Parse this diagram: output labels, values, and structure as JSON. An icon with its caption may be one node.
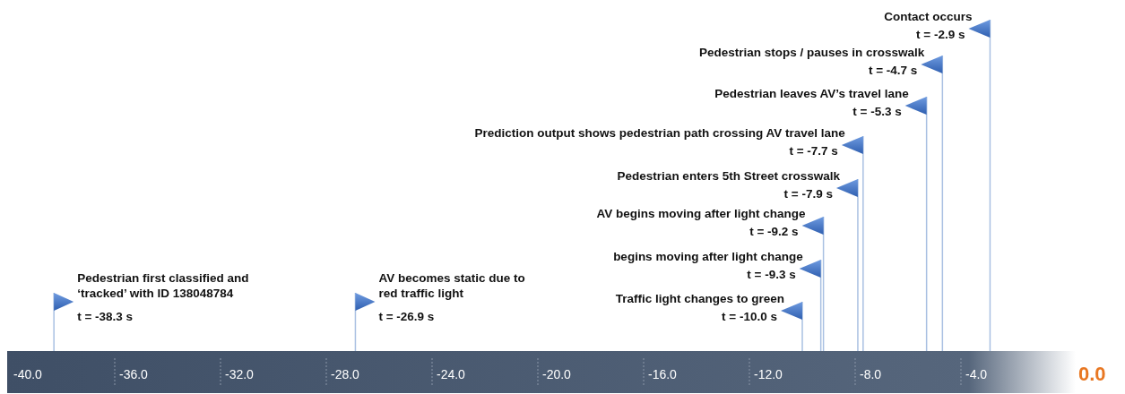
{
  "diagram": {
    "labels": [
      "Contact occurs",
      "t = -2.9 s",
      "Pedestrian stops / pauses in crosswalk",
      "t = -4.7 s",
      "Pedestrian leaves AV’s travel lane",
      "t = -5.3 s",
      "Prediction output shows pedestrian path crossing AV travel lane",
      "t = -7.7 s",
      "Pedestrian enters 5th Street crosswalk",
      "t = -7.9 s",
      "AV begins moving after light change",
      "t = -9.2 s",
      "begins moving after light change",
      "t = -9.3 s",
      "Pedestrian first classified and ‘tracked’ with ID 138048784",
      "t = -38.3 s",
      "AV becomes static due to red traffic light",
      "t = -26.9 s",
      "Traffic light changes to green",
      "t = -10.0 s",
      "-40.0",
      "-36.0",
      "-32.0",
      "-28.0",
      "-24.0",
      "-20.0",
      "-16.0",
      "-12.0",
      "-8.0",
      "-4.0",
      "0.0"
    ]
  }
}
